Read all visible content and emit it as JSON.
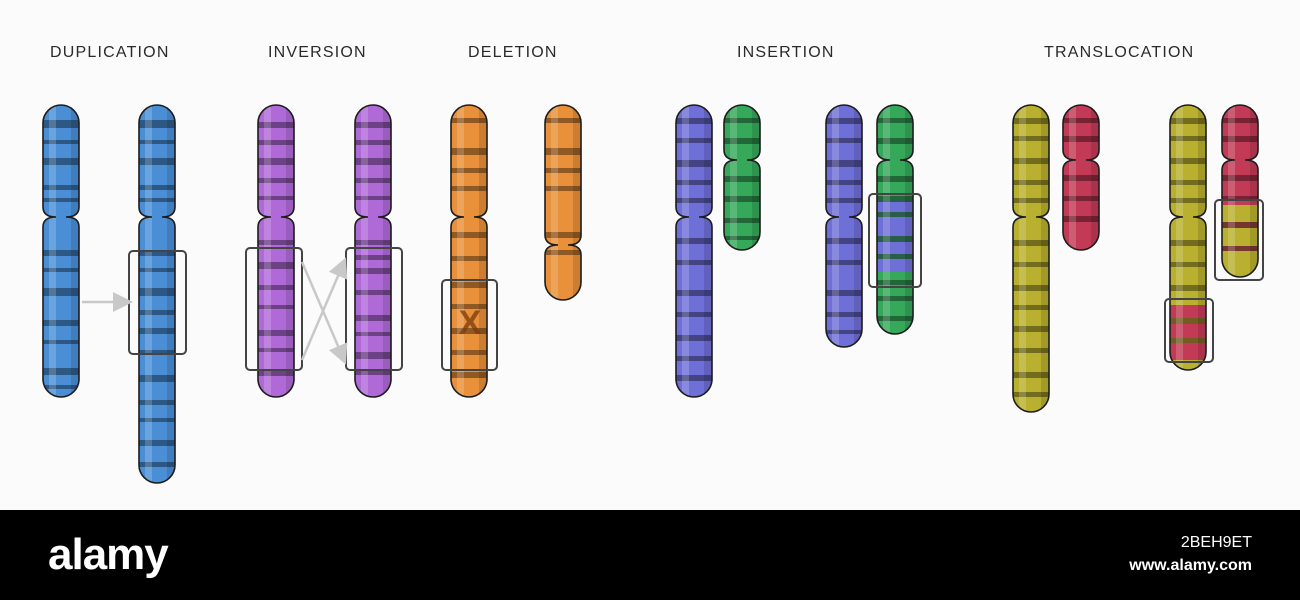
{
  "labels": {
    "duplication": "DUPLICATION",
    "inversion": "INVERSION",
    "deletion": "DELETION",
    "insertion": "INSERTION",
    "translocation": "TRANSLOCATION"
  },
  "deletion_mark": "X",
  "colors": {
    "blue": "#4a8fd6",
    "purple": "#b06ad8",
    "orange": "#e8903a",
    "indigo": "#6f6fd8",
    "green": "#35a85a",
    "olive": "#b8b02e",
    "crimson": "#c23a55",
    "box": "#444444",
    "arrow": "#c8c8c8"
  },
  "footer": {
    "brand": "alamy",
    "image_id": "2BEH9ET",
    "site": "www.alamy.com"
  }
}
